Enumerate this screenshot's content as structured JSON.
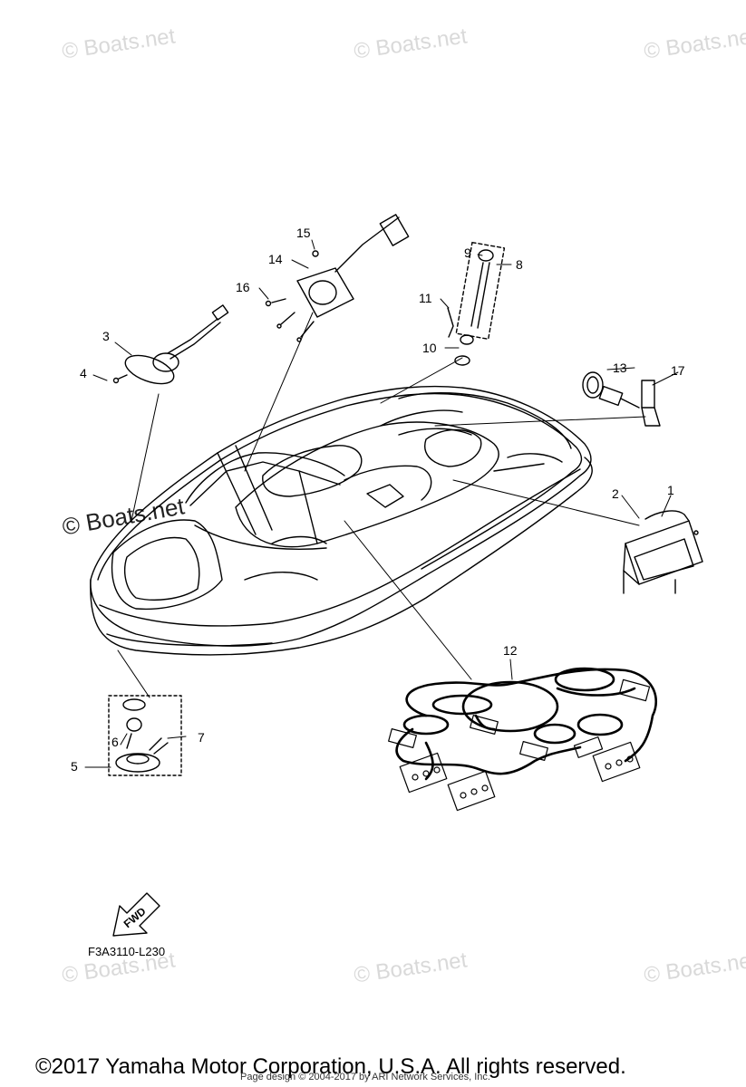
{
  "watermarks": [
    "© Boats.net",
    "© Boats.net",
    "© Boats.net",
    "© Boats.net",
    "© Boats.net",
    "© Boats.net",
    "© Boats.net"
  ],
  "callouts": [
    "1",
    "2",
    "3",
    "4",
    "5",
    "6",
    "7",
    "8",
    "9",
    "10",
    "11",
    "12",
    "13",
    "14",
    "15",
    "16",
    "17"
  ],
  "fwd_label": "FWD",
  "diagram_code": "F3A3110-L230",
  "copyright": "©2017 Yamaha Motor Corporation, U.S.A. All rights reserved.",
  "credit": "Page design © 2004-2017 by ARI Network Services, Inc.",
  "colors": {
    "line": "#000000",
    "watermark": "#d9d9d9"
  }
}
